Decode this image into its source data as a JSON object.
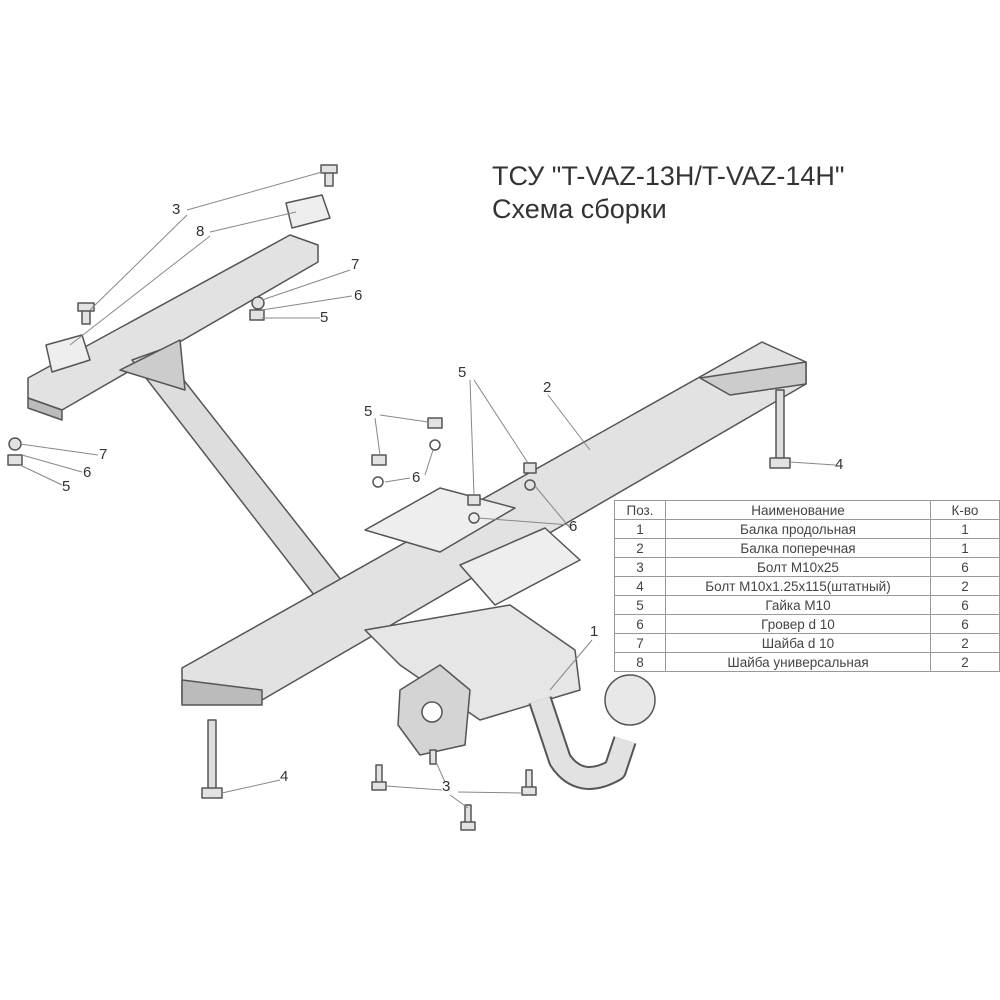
{
  "title": {
    "line1": "ТСУ \"T-VAZ-13H/T-VAZ-14H\"",
    "line2": "Схема сборки"
  },
  "callouts": [
    "3",
    "8",
    "7",
    "6",
    "5",
    "5",
    "6",
    "5",
    "2",
    "6",
    "4",
    "7",
    "6",
    "5",
    "1",
    "4",
    "3"
  ],
  "table": {
    "headers": [
      "Поз.",
      "Наименование",
      "К-во"
    ],
    "rows": [
      [
        "1",
        "Балка продольная",
        "1"
      ],
      [
        "2",
        "Балка поперечная",
        "1"
      ],
      [
        "3",
        "Болт M10x25",
        "6"
      ],
      [
        "4",
        "Болт M10x1.25x115(штатный)",
        "2"
      ],
      [
        "5",
        "Гайка  M10",
        "6"
      ],
      [
        "6",
        "Гровер d 10",
        "6"
      ],
      [
        "7",
        "Шайба d 10",
        "2"
      ],
      [
        "8",
        "Шайба универсальная",
        "2"
      ]
    ]
  },
  "colors": {
    "part_fill": "#e2e2e2",
    "outline": "#555555",
    "leader": "#888888"
  }
}
